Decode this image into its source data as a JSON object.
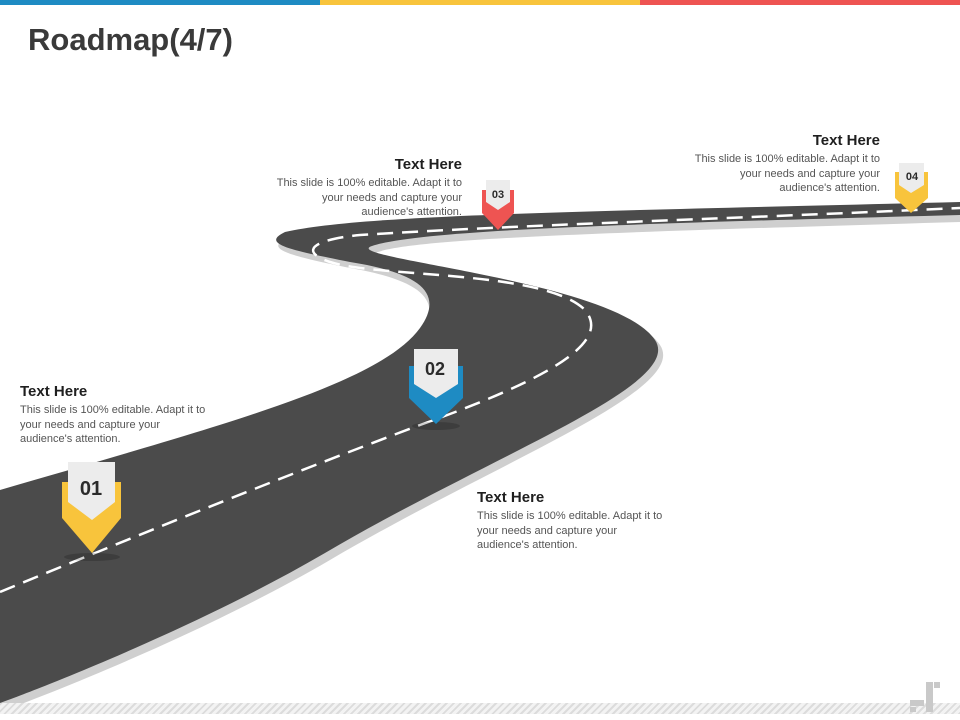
{
  "title": "Roadmap(4/7)",
  "colors": {
    "blue": "#1e8bc3",
    "yellow": "#f8c43c",
    "red": "#ee5452",
    "road": "#4b4b4b",
    "road_shadow": "#cfcfcf"
  },
  "milestones": [
    {
      "number": "01",
      "color": "#f8c43c",
      "heading": "Text Here",
      "body": "This slide is 100% editable. Adapt it to your needs and capture your audience's attention."
    },
    {
      "number": "02",
      "color": "#1e8bc3",
      "heading": "Text Here",
      "body": "This slide is 100% editable. Adapt it to your needs and capture your audience's attention."
    },
    {
      "number": "03",
      "color": "#ee5452",
      "heading": "Text Here",
      "body": "This slide is 100% editable. Adapt it to your needs and capture your audience's attention."
    },
    {
      "number": "04",
      "color": "#f8c43c",
      "heading": "Text Here",
      "body": "This slide is 100% editable. Adapt it to your needs and capture your audience's attention."
    }
  ],
  "logo_icon": "brand-logo-icon"
}
